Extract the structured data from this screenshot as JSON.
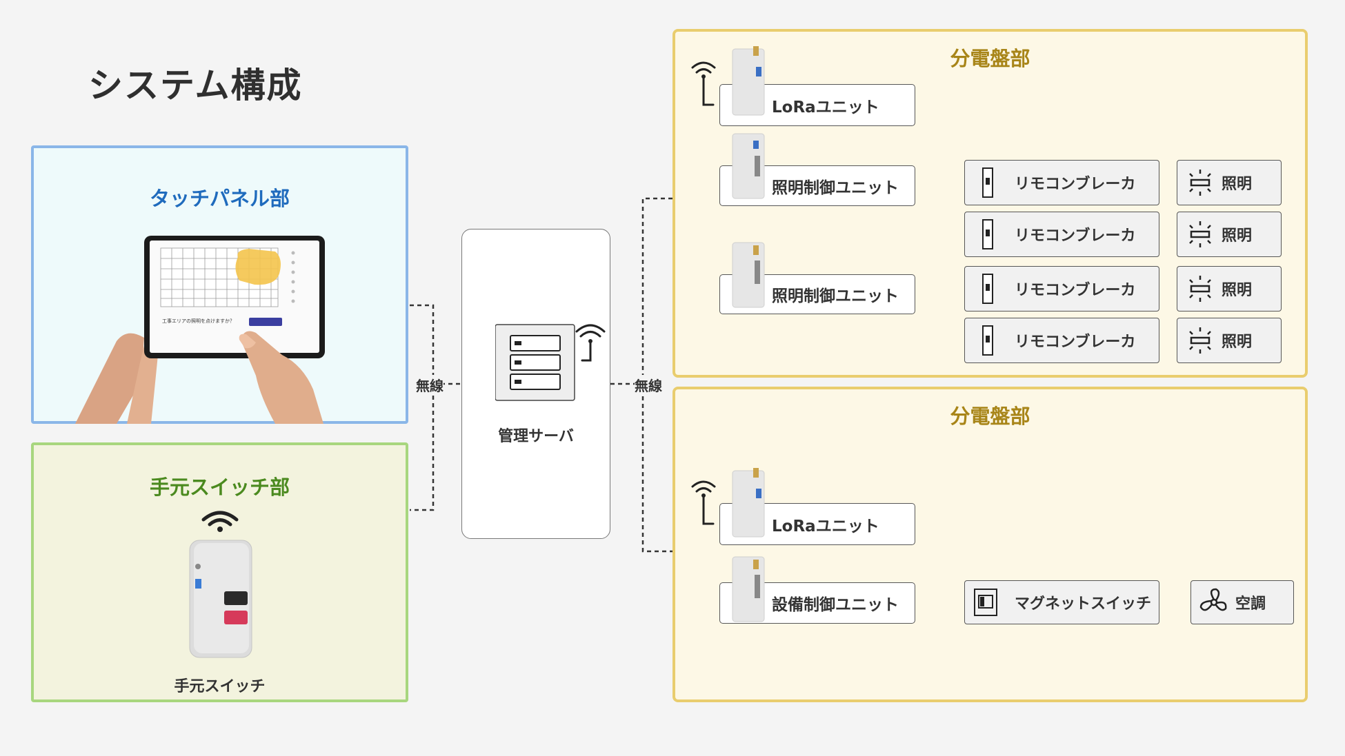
{
  "title": "システム構成",
  "touch_panel": {
    "title": "タッチパネル部",
    "screen_prompt": "工事エリアの照明を点けますか？"
  },
  "hand_switch": {
    "title": "手元スイッチ部",
    "device_label": "手元スイッチ"
  },
  "server": {
    "label": "管理サーバ"
  },
  "wireless_label_left": "無線",
  "wireless_label_right": "無線",
  "board1": {
    "title": "分電盤部",
    "lora": "LoRaユニット",
    "light_units": [
      "照明制御ユニット",
      "照明制御ユニット"
    ],
    "breakers": [
      "リモコンブレーカ",
      "リモコンブレーカ",
      "リモコンブレーカ",
      "リモコンブレーカ"
    ],
    "lights": [
      "照明",
      "照明",
      "照明",
      "照明"
    ]
  },
  "board2": {
    "title": "分電盤部",
    "lora": "LoRaユニット",
    "equip_unit": "設備制御ユニット",
    "magnet_switch": "マグネットスイッチ",
    "aircon": "空調"
  },
  "colors": {
    "touch_border": "#8ab6e8",
    "switch_border": "#a8d67e",
    "board_border": "#e9cd6e",
    "board_title": "#a88518"
  }
}
